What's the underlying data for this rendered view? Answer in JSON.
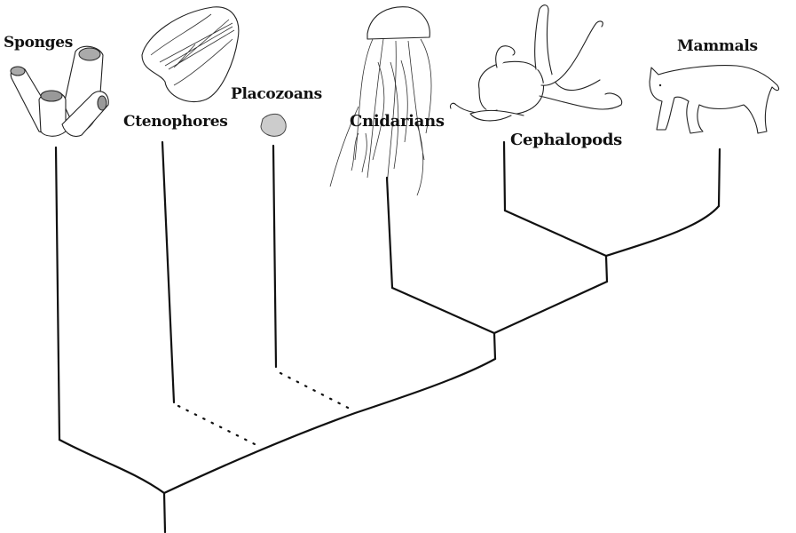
{
  "title": "Animal phylogeny",
  "taxa": [
    {
      "name": "Sponges",
      "icon": "sponge-illustration"
    },
    {
      "name": "Ctenophores",
      "icon": "comb-jelly-illustration"
    },
    {
      "name": "Placozoans",
      "icon": "placozoan-illustration"
    },
    {
      "name": "Cnidarians",
      "icon": "jellyfish-illustration"
    },
    {
      "name": "Cephalopods",
      "icon": "octopus-illustration"
    },
    {
      "name": "Mammals",
      "icon": "lynx-illustration"
    }
  ],
  "uncertain_branches": [
    "Ctenophores",
    "Placozoans"
  ],
  "colors": {
    "line": "#111111",
    "background": "#ffffff"
  }
}
